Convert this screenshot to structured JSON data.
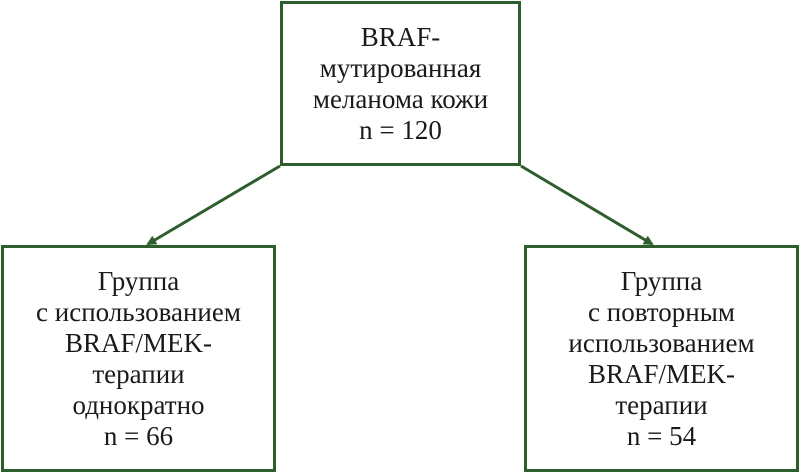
{
  "colors": {
    "border": "#2e5e2e",
    "arrow": "#2e5e2e",
    "text": "#1a1a1a"
  },
  "root": {
    "lines": [
      "BRAF-",
      "мутированная",
      "меланома кожи",
      "n = 120"
    ]
  },
  "left": {
    "lines": [
      "Группа",
      "с использованием",
      "BRAF/MEK-",
      "терапии",
      "однократно",
      "n = 66"
    ]
  },
  "right": {
    "lines": [
      "Группа",
      "с повторным",
      "использованием",
      "BRAF/MEK-",
      "терапии",
      "n = 54"
    ]
  }
}
